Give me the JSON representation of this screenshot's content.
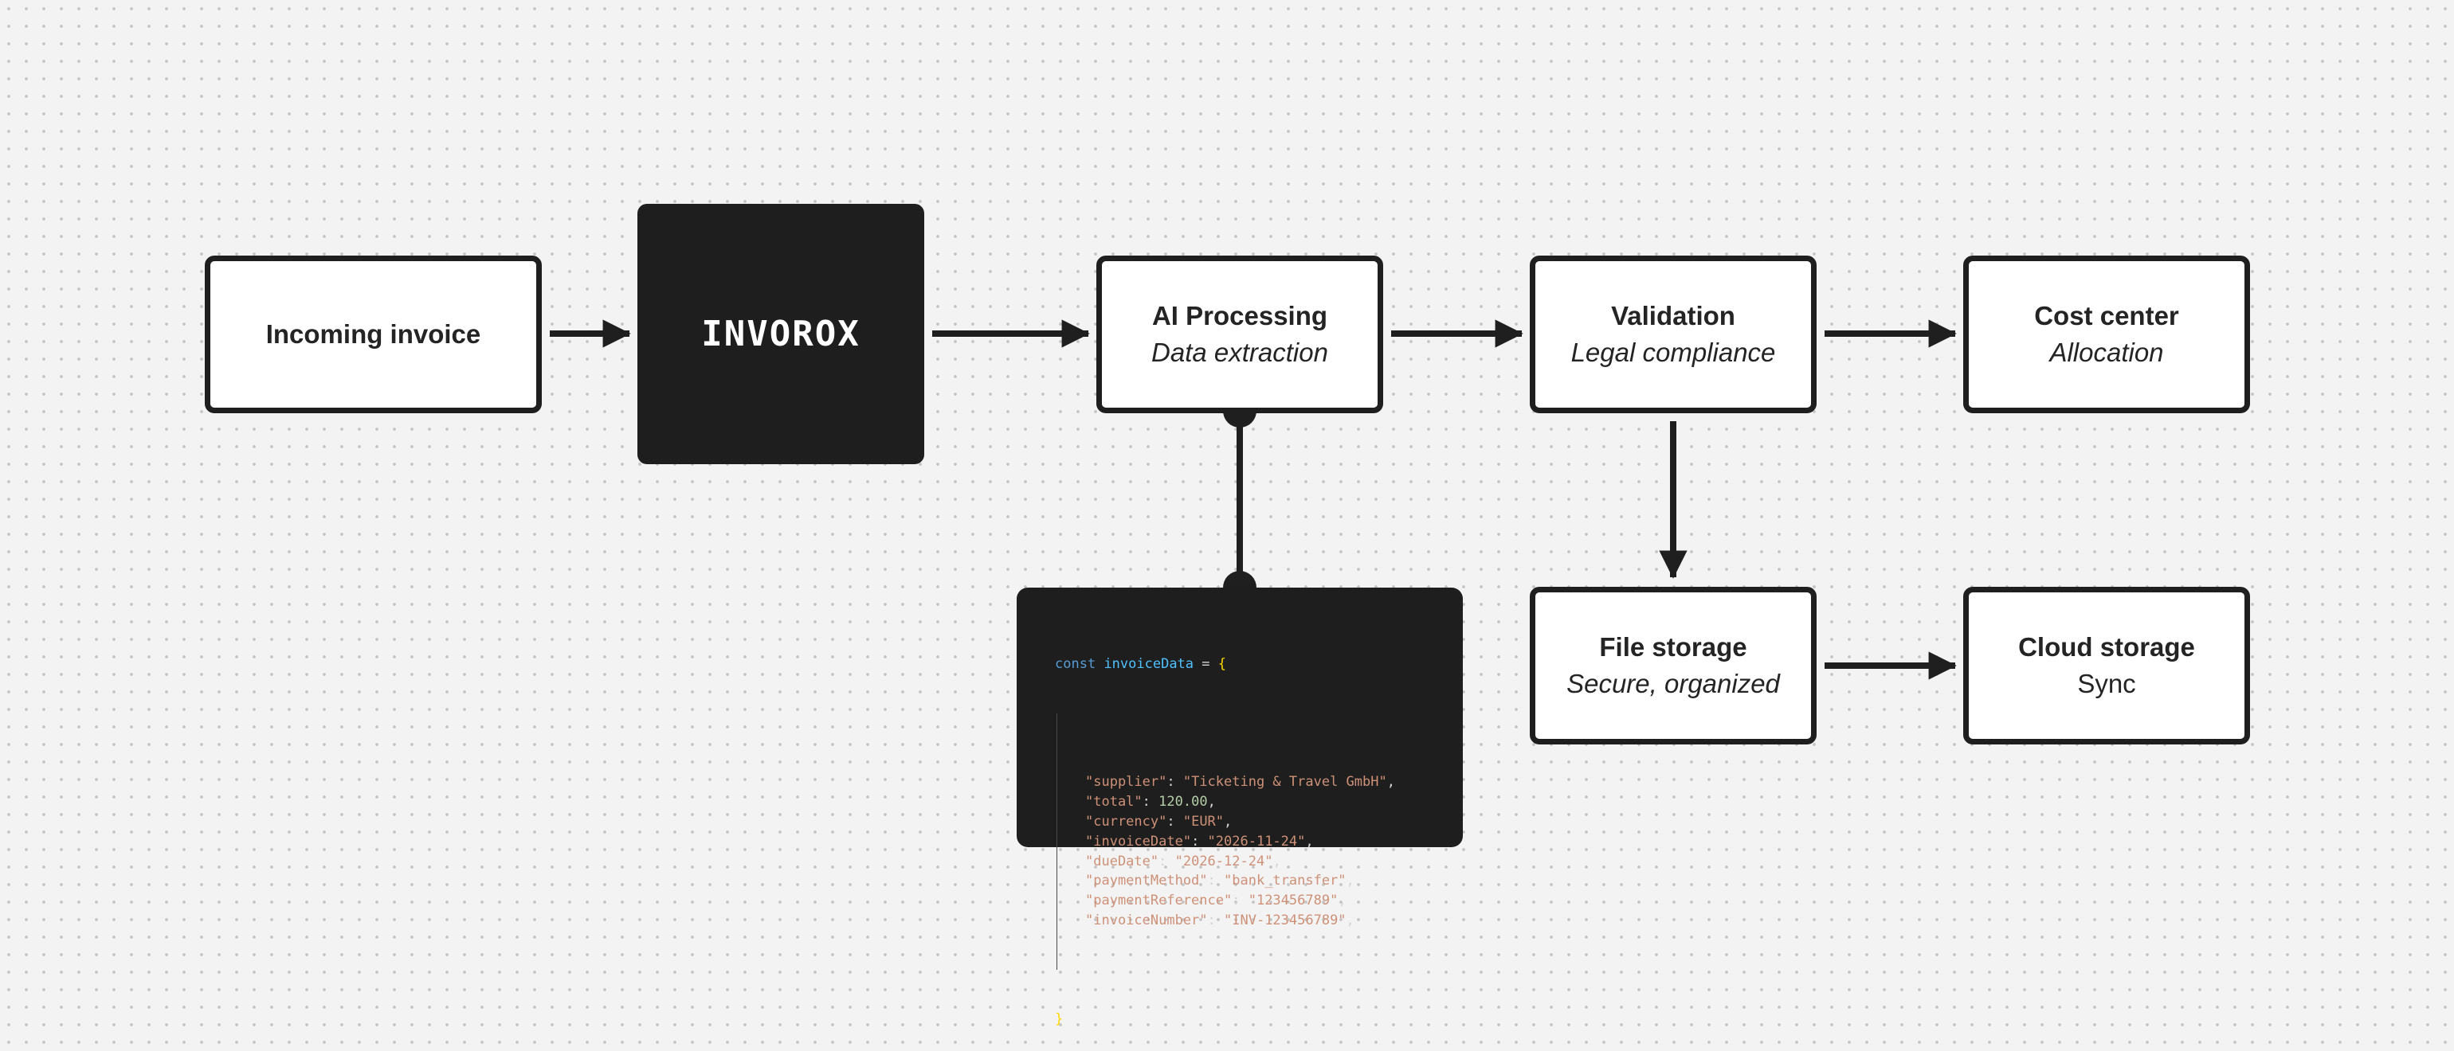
{
  "nodes": {
    "incoming": {
      "title": "Incoming invoice"
    },
    "brand": {
      "label": "INVOROX"
    },
    "ai": {
      "title": "AI Processing",
      "subtitle": "Data extraction"
    },
    "validation": {
      "title": "Validation",
      "subtitle": "Legal compliance"
    },
    "cost_center": {
      "title": "Cost center",
      "subtitle": "Allocation"
    },
    "file_storage": {
      "title": "File storage",
      "subtitle": "Secure, organized"
    },
    "cloud_storage": {
      "title": "Cloud storage",
      "subtitle": "Sync"
    }
  },
  "code_snippet": {
    "keyword": "const",
    "variable": "invoiceData",
    "operator": "=",
    "open_brace": "{",
    "close_brace": "}",
    "entries": [
      {
        "key": "\"supplier\"",
        "value": "\"Ticketing & Travel GmbH\"",
        "type": "string"
      },
      {
        "key": "\"total\"",
        "value": "120.00",
        "type": "number"
      },
      {
        "key": "\"currency\"",
        "value": "\"EUR\"",
        "type": "string"
      },
      {
        "key": "\"invoiceDate\"",
        "value": "\"2026-11-24\"",
        "type": "string"
      },
      {
        "key": "\"dueDate\"",
        "value": "\"2026-12-24\"",
        "type": "string"
      },
      {
        "key": "\"paymentMethod\"",
        "value": "\"bank_transfer\"",
        "type": "string"
      },
      {
        "key": "\"paymentReference\"",
        "value": "\"123456789\"",
        "type": "string"
      },
      {
        "key": "\"invoiceNumber\"",
        "value": "\"INV-123456789\"",
        "type": "string"
      }
    ]
  },
  "colors": {
    "background": "#f3f3f3",
    "stroke": "#1f1f1f",
    "code_background": "#1e1e1e"
  }
}
